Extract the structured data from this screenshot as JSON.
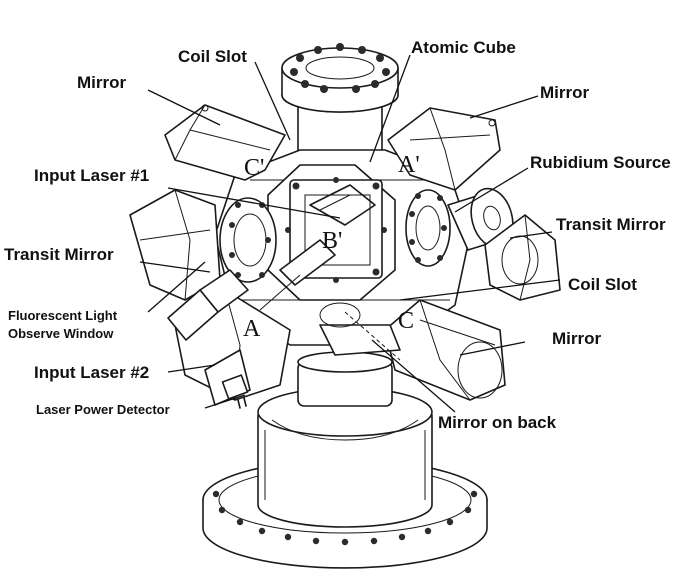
{
  "labels": {
    "coil_slot_top": "Coil Slot",
    "atomic_cube": "Atomic Cube",
    "mirror_top_left": "Mirror",
    "mirror_top_right": "Mirror",
    "input_laser_1": "Input Laser #1",
    "rubidium_source": "Rubidium Source",
    "transit_mirror_right": "Transit Mirror",
    "transit_mirror_left": "Transit Mirror",
    "coil_slot_right": "Coil Slot",
    "fluorescent_line1": "Fluorescent Light",
    "fluorescent_line2": "Observe Window",
    "mirror_right": "Mirror",
    "input_laser_2": "Input Laser #2",
    "laser_power_detector": "Laser Power Detector",
    "mirror_on_back": "Mirror on back"
  },
  "axis_letters": {
    "c_prime": "C'",
    "a_prime": "A'",
    "b_prime": "B'",
    "a": "A",
    "c": "C"
  }
}
